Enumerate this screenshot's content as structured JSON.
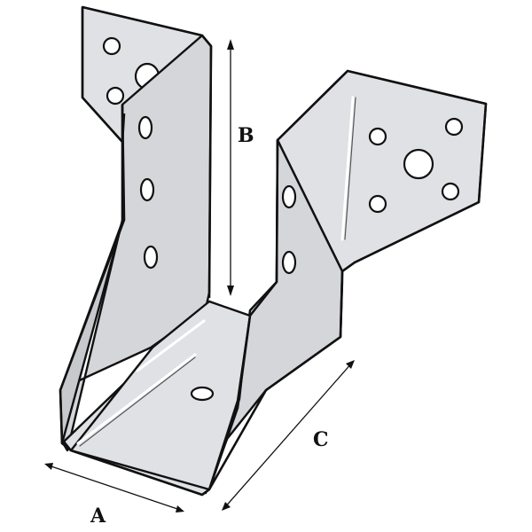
{
  "diagram": {
    "dimension_labels": {
      "a": "A",
      "b": "B",
      "c": "C"
    },
    "colors": {
      "plate": "#d4d6d9",
      "outline": "#111111",
      "hole": "#ffffff"
    }
  }
}
